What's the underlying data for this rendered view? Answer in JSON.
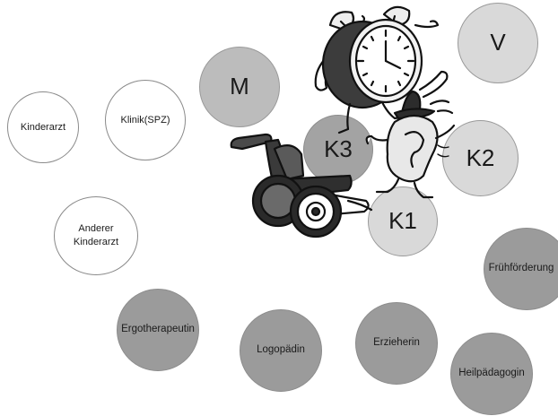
{
  "circles": {
    "kinderarzt": "Kinderarzt",
    "klinik": "Klinik(SPZ)",
    "anderer": "Anderer Kinderarzt",
    "m": "M",
    "v": "V",
    "k3": "K3",
    "k2": "K2",
    "k1": "K1",
    "fruehfoerderung": "Frühförderung",
    "ergotherapeutin": "Ergotherapeutin",
    "logopaedin": "Logopädin",
    "erzieherin": "Erzieherin",
    "heilpaedagogin": "Heilpädagogin"
  },
  "icons": [
    "alarm-clock-icon",
    "wheelchair-icon",
    "ear-with-hat-icon"
  ],
  "colors": {
    "white": "#ffffff",
    "light_gray": "#d9d9d9",
    "mid_gray": "#bcbcbc",
    "dark_gray": "#9b9b9b"
  }
}
